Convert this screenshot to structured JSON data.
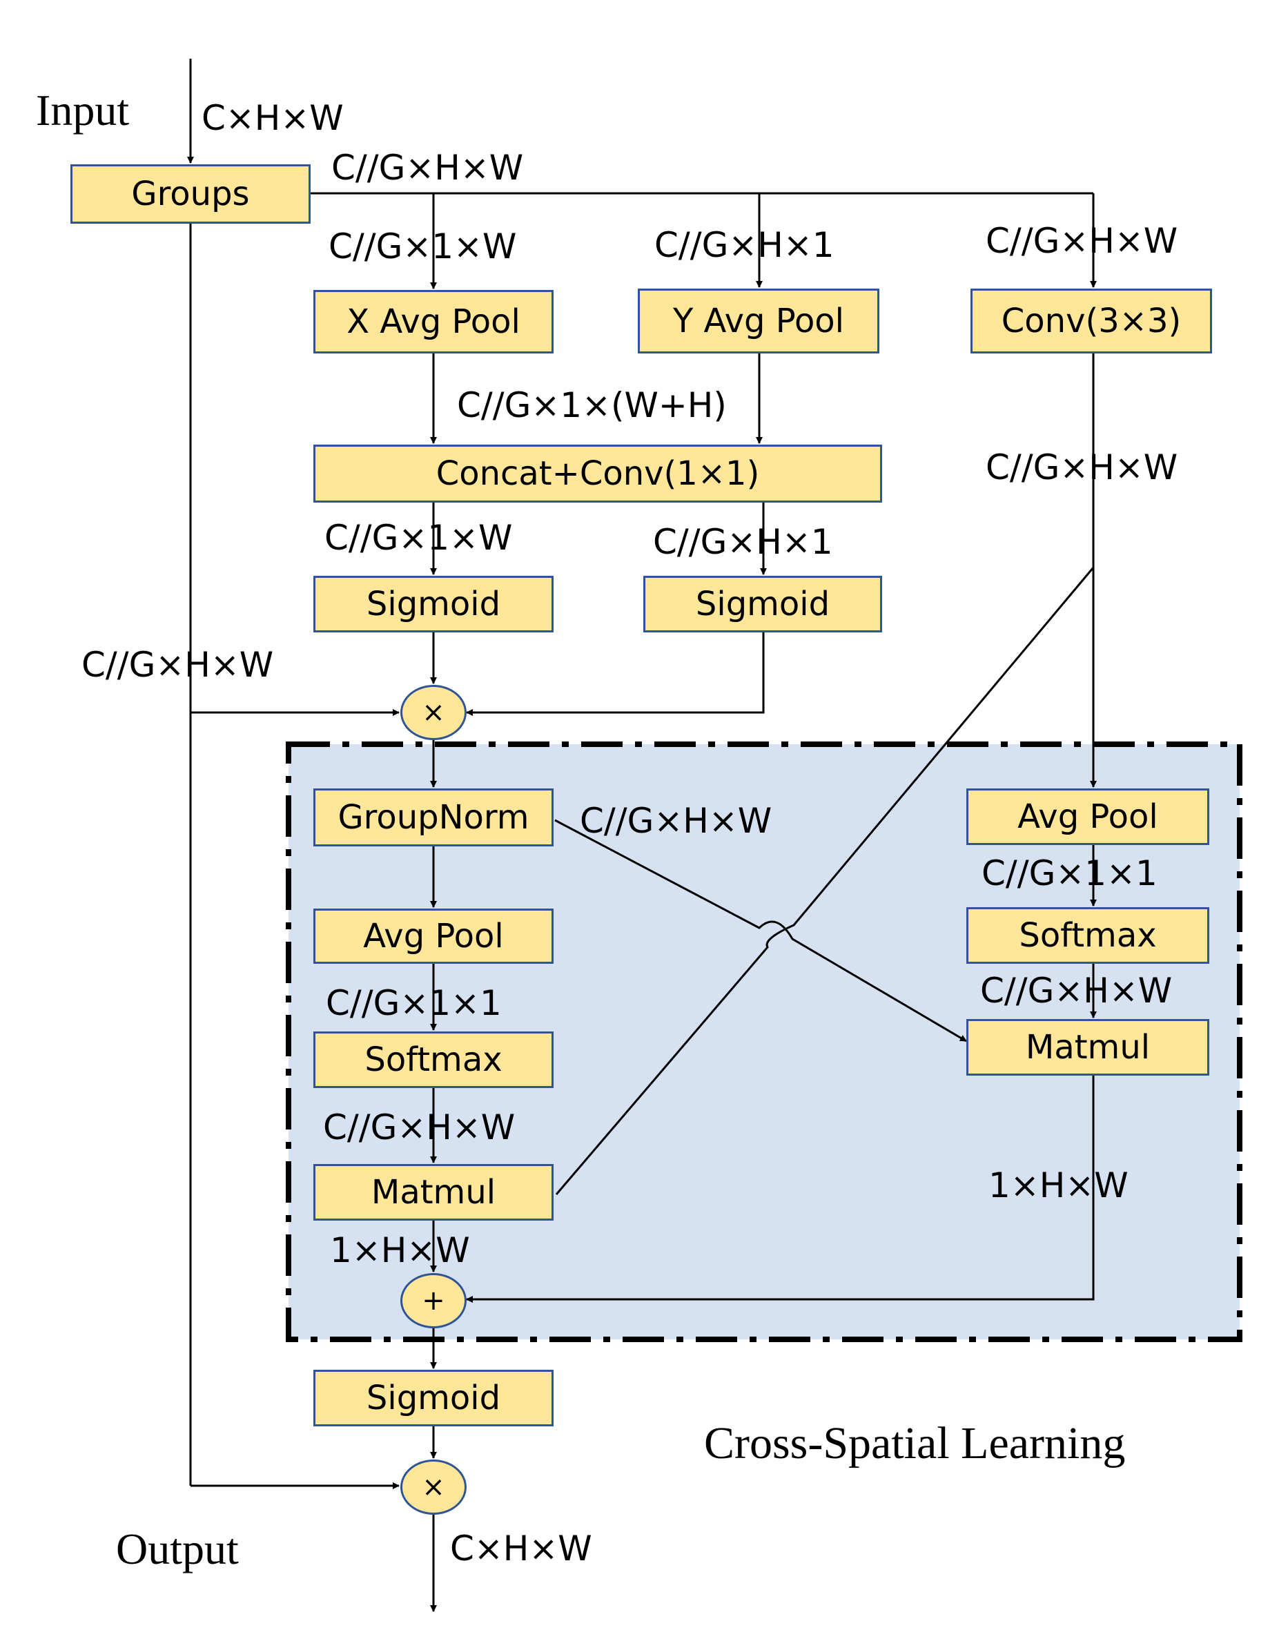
{
  "title_input": "Input",
  "title_output": "Output",
  "region_label": "Cross-Spatial Learning",
  "colors": {
    "box_fill": "#ffe699",
    "box_border": "#2f5597",
    "region_fill": "#d6e2f2",
    "line": "#000000"
  },
  "nodes": {
    "groups": "Groups",
    "x_avg_pool": "X Avg Pool",
    "y_avg_pool": "Y Avg Pool",
    "conv3x3": "Conv(3×3)",
    "concat_conv": "Concat+Conv(1×1)",
    "sigmoid_left": "Sigmoid",
    "sigmoid_right": "Sigmoid",
    "multiply_top": "×",
    "groupnorm": "GroupNorm",
    "avg_pool_left": "Avg Pool",
    "softmax_left": "Softmax",
    "matmul_left": "Matmul",
    "avg_pool_right": "Avg Pool",
    "softmax_right": "Softmax",
    "matmul_right": "Matmul",
    "add": "+",
    "sigmoid_bottom": "Sigmoid",
    "multiply_bottom": "×"
  },
  "shapes": {
    "input": "C×H×W",
    "groups_out": "C//G×H×W",
    "x_pool_in": "C//G×1×W",
    "y_pool_in": "C//G×H×1",
    "conv_in": "C//G×H×W",
    "concat_in": "C//G×1×(W+H)",
    "conv_out": "C//G×H×W",
    "sig_left_in": "C//G×1×W",
    "sig_right_in": "C//G×H×1",
    "skip": "C//G×H×W",
    "groupnorm_out": "C//G×H×W",
    "avg_pool_left_out": "C//G×1×1",
    "softmax_left_out": "C//G×H×W",
    "matmul_left_out": "1×H×W",
    "avg_pool_right_out": "C//G×1×1",
    "softmax_right_out": "C//G×H×W",
    "matmul_right_out": "1×H×W",
    "output": "C×H×W"
  }
}
